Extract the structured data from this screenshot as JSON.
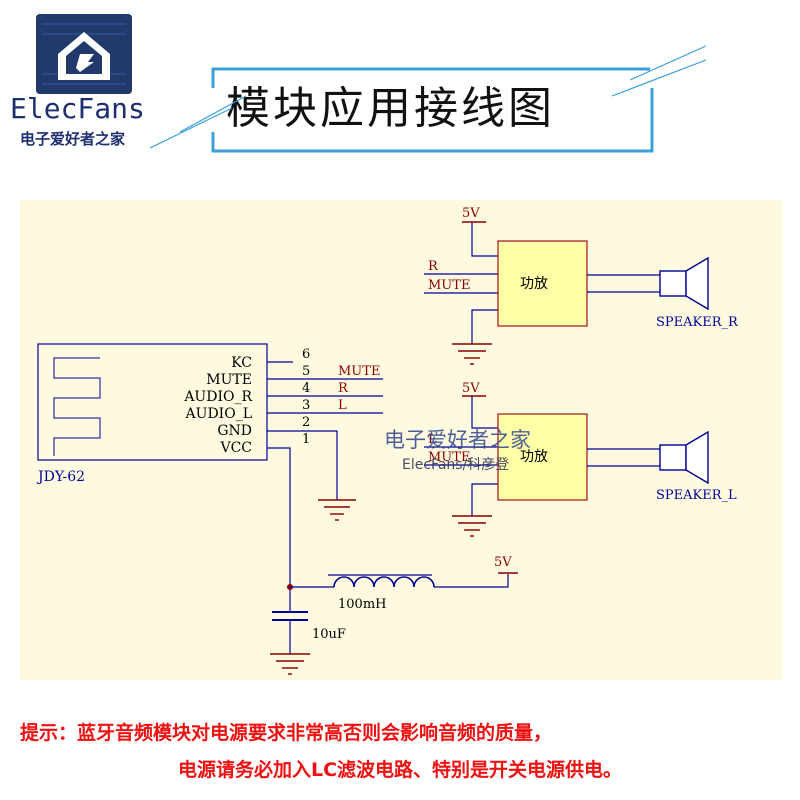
{
  "logo": {
    "brand": "ElecFans",
    "tagline": "电子爱好者之家"
  },
  "title": "模块应用接线图",
  "module": {
    "name": "JDY-62",
    "pins": [
      {
        "label": "KC",
        "number": "6"
      },
      {
        "label": "MUTE",
        "number": "5"
      },
      {
        "label": "AUDIO_R",
        "number": "4"
      },
      {
        "label": "AUDIO_L",
        "number": "3"
      },
      {
        "label": "GND",
        "number": "2"
      },
      {
        "label": "VCC",
        "number": "1"
      }
    ],
    "net_labels": [
      "MUTE",
      "R",
      "L"
    ]
  },
  "amplifiers": [
    {
      "label": "功放",
      "power": "5V",
      "input_r": "R",
      "input_mute": "MUTE",
      "speaker": "SPEAKER_R"
    },
    {
      "label": "功放",
      "power": "5V",
      "input_r": "L",
      "input_mute": "MUTE",
      "speaker": "SPEAKER_L"
    }
  ],
  "filter": {
    "inductor": "100mH",
    "capacitor": "10uF",
    "supply": "5V"
  },
  "watermark": {
    "line1": "电子爱好者之家",
    "line2": "ElecFans/科彦登"
  },
  "notes": [
    "提示：蓝牙音频模块对电源要求非常高否则会影响音频的质量，",
    "电源请务必加入LC滤波电路、特别是开关电源供电。"
  ],
  "colors": {
    "background_panel": "#fefae0",
    "wire": "#000099",
    "net_label": "#8b0000",
    "block_fill": "#ffffa8",
    "block_border": "#a0101a",
    "accent_blue": "#3aa0d8",
    "note_red": "#ee1111",
    "logo_navy": "#1d2f6e"
  }
}
